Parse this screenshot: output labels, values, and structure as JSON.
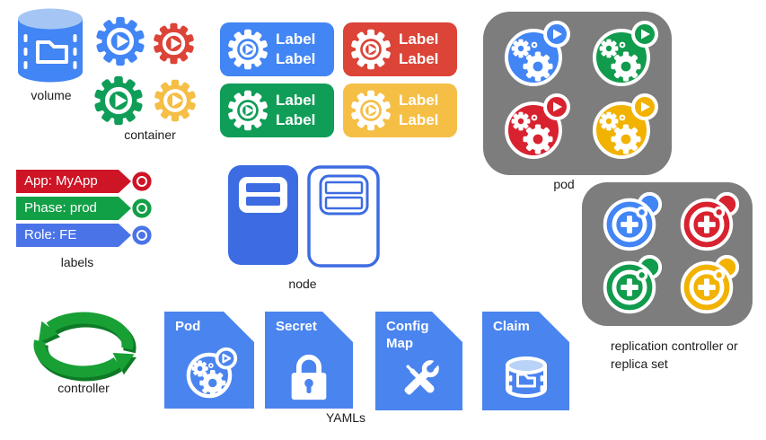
{
  "palette": {
    "blue": "#4285F4",
    "red": "#DB4437",
    "green": "#0F9D58",
    "yellow": "#F5BE45",
    "gray": "#7D7D7D",
    "node_blue": "#3D6CE2",
    "doc_blue": "#4A84EF",
    "bar_red": "#CE1526",
    "bar_green": "#12A046",
    "bar_blue": "#4A73E8",
    "pod_red": "#D8222F",
    "pod_green": "#119B4C",
    "pod_yellow": "#F2B200",
    "controller_green": "#18A035",
    "controller_dark": "#0E7A26",
    "volume_top": "#A5C6F5",
    "claim_top": "#B9D2F8",
    "text": "#1C1C1C"
  },
  "icons": {
    "volume": "database-folder-icon",
    "container": "gear-play-icon",
    "pod_member": "pod-gears-play-icon",
    "label_tag": "target-ring-icon",
    "node": "server-node-equals-icon",
    "replica": "replica-plus-blob-icon",
    "controller": "sync-loop-arrows-icon",
    "yaml_pod": "pod-outline-icon",
    "yaml_secret": "lock-icon",
    "yaml_configmap": "crossed-tools-icon",
    "yaml_claim": "database-folder-outline-icon"
  },
  "volume": {
    "label": "volume"
  },
  "container": {
    "label": "container"
  },
  "chips": {
    "items": [
      {
        "line1": "Label",
        "line2": "Label",
        "color": "#4285F4"
      },
      {
        "line1": "Label",
        "line2": "Label",
        "color": "#DB4437"
      },
      {
        "line1": "Label",
        "line2": "Label",
        "color": "#0F9D58"
      },
      {
        "line1": "Label",
        "line2": "Label",
        "color": "#F5BE45"
      }
    ]
  },
  "pod": {
    "label": "pod"
  },
  "labels": {
    "caption": "labels",
    "items": [
      {
        "text": "App: MyApp",
        "color": "#CE1526"
      },
      {
        "text": "Phase: prod",
        "color": "#12A046"
      },
      {
        "text": "Role: FE",
        "color": "#4A73E8"
      }
    ]
  },
  "node": {
    "label": "node"
  },
  "replication": {
    "label_line1": "replication controller or",
    "label_line2": "replica set"
  },
  "controller": {
    "label": "controller"
  },
  "yamls": {
    "caption": "YAMLs",
    "docs": [
      {
        "title": "Pod"
      },
      {
        "title": "Secret"
      },
      {
        "title": "Config Map"
      },
      {
        "title": "Claim"
      }
    ]
  }
}
